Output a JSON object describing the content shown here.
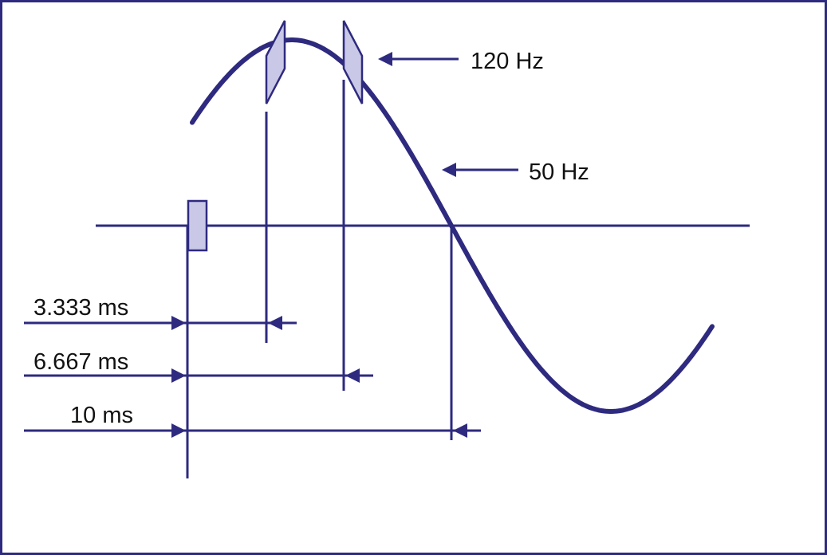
{
  "labels": {
    "freq_high": "120 Hz",
    "freq_low": "50 Hz",
    "t1": "3.333 ms",
    "t2": "6.667 ms",
    "t3": "10 ms"
  },
  "colors": {
    "line": "#2e2a7f",
    "marker_fill": "#c9c8e6",
    "text": "#111111",
    "frame": "#2e2a7f",
    "background": "#ffffff"
  }
}
